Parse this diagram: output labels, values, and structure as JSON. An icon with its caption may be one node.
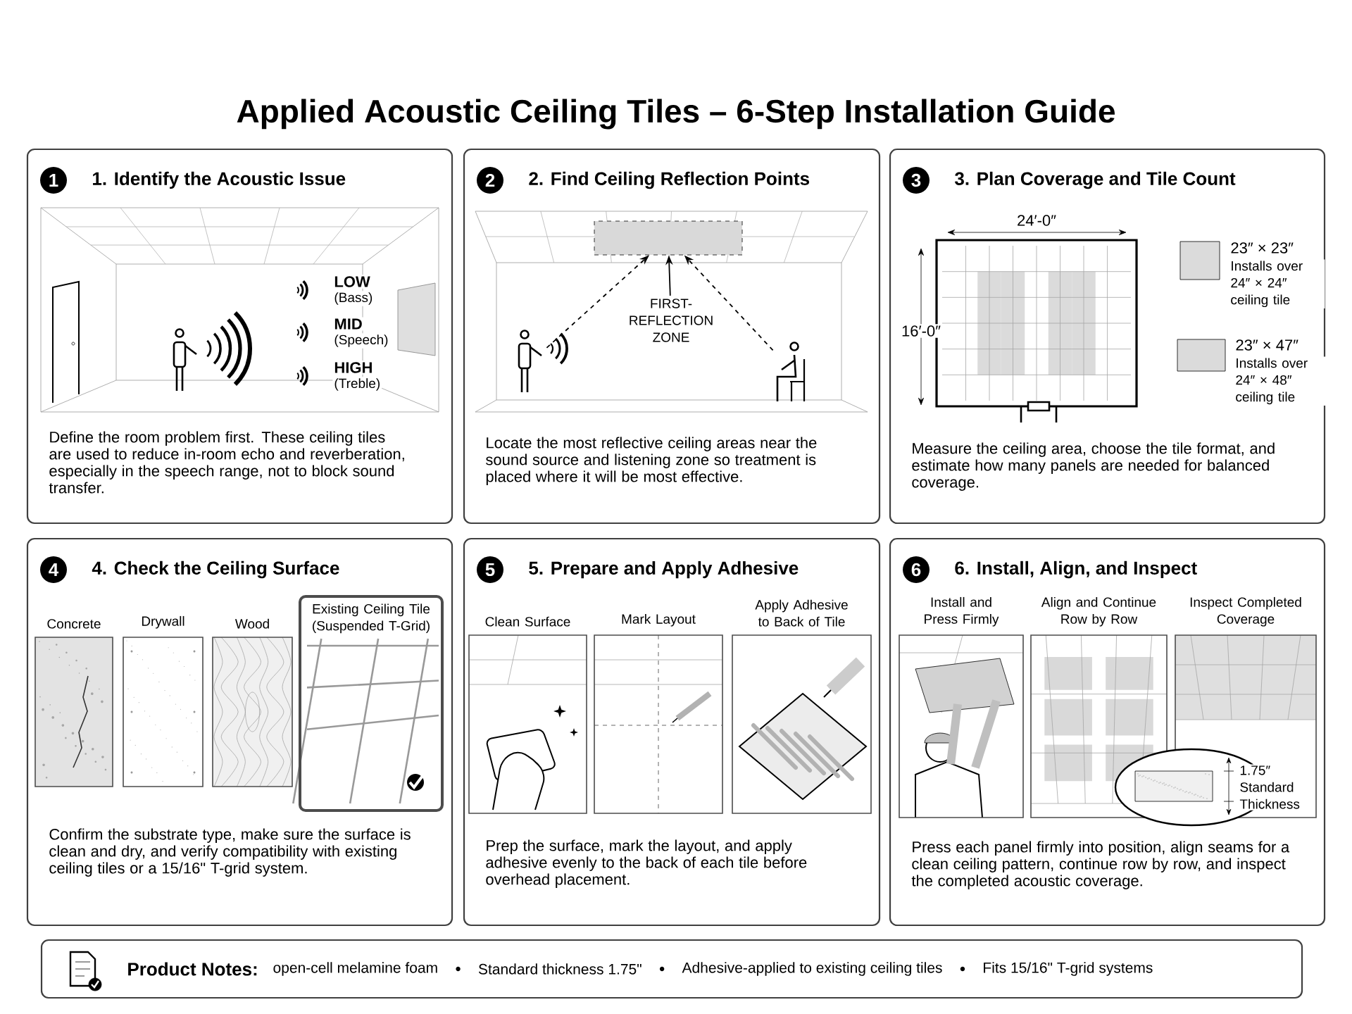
{
  "diagram": {
    "title": "Applied Acoustic Ceiling Tiles – 6-Step Installation Guide",
    "nodes": [
      {
        "text": [
          "1. Identify the Acoustic Issue",
          "Define the room problem first. These ceiling tiles are used to reduce in-room echo and reverberation, especially in the speech range, not to block sound transfer."
        ]
      },
      {
        "text": [
          "1"
        ],
        "in": 0
      },
      {
        "text": [
          "2. Find Ceiling Reflection Points",
          "Locate the most reflective ceiling areas near the sound source and listening zone so treatment is placed where it will be most effective."
        ]
      },
      {
        "text": [
          "2"
        ],
        "in": 2
      },
      {
        "text": [],
        "shape": "person",
        "in": 2
      },
      {
        "text": [],
        "shape": "box",
        "in": 2
      },
      {
        "text": [],
        "shape": "person",
        "in": 2
      },
      {
        "text": [
          "FIRST-REFLECTION ZONE"
        ],
        "in": 2
      },
      {
        "text": [
          "3. Plan Coverage and Tile Count",
          "Measure the ceiling area, choose the tile format, and estimate how many panels are needed for balanced coverage."
        ]
      },
      {
        "text": [
          "3"
        ],
        "in": 8
      },
      {
        "text": [
          "4. Check the Ceiling Surface",
          "Confirm the substrate type, make sure the surface is clean and dry, and verify compatibility with existing ceiling tiles or a 15/16\" T-grid system."
        ]
      },
      {
        "text": [
          "4"
        ],
        "in": 10
      },
      {
        "text": [
          "Concrete"
        ],
        "in": 10
      },
      {
        "text": [
          "Drywall"
        ],
        "in": 10
      },
      {
        "text": [
          "Wood"
        ],
        "in": 10
      },
      {
        "text": [
          "Existing Ceiling Tile (Suspended T-Grid)"
        ],
        "in": 10
      },
      {
        "text": [
          "5. Prepare and Apply Adhesive",
          "Prep the surface, mark the layout, and apply adhesive evenly to the back of each tile before overhead placement."
        ]
      },
      {
        "text": [
          "5"
        ],
        "in": 16
      },
      {
        "text": [
          "Clean Surface"
        ],
        "in": 16
      },
      {
        "text": [
          "Mark Layout"
        ],
        "in": 16
      },
      {
        "text": [
          "Apply Adhesive to Back of Tile"
        ],
        "in": 16
      },
      {
        "text": [
          "6. Install, Align, and Inspect",
          "Press each panel firmly into position, align seams for a clean ceiling pattern, continue row by row, and inspect the completed acoustic coverage."
        ]
      },
      {
        "text": [
          "6"
        ],
        "in": 21
      },
      {
        "text": [
          "Install and Press Firmly"
        ],
        "in": 21
      },
      {
        "text": [
          "Align and Continue Row by Row"
        ],
        "in": 21
      },
      {
        "text": [
          "Inspect Completed Coverage"
        ],
        "in": 21
      },
      {
        "text": [
          "Product Notes:",
          "open-cell melamine foam",
          "Standard thickness 1.75\"",
          "Adhesive-applied to existing ceiling tiles",
          "Fits 15/16\" T-grid systems"
        ]
      }
    ],
    "edges": [
      {
        "from": 4,
        "to": 5,
        "arrow": "to",
        "style": "dashed"
      },
      {
        "from": 7,
        "to": 5,
        "arrow": "to"
      },
      {
        "from": 6,
        "to": 5,
        "arrow": "to",
        "style": "dashed"
      }
    ],
    "labels": [
      "LOW",
      "(Bass)",
      "MID",
      "(Speech)",
      "HIGH",
      "(Treble)",
      "24′-0″",
      "16′-0″",
      "23″ × 23″",
      "Installs over 24″ × 24″ ceiling tile",
      "23″ × 47″",
      "Installs over 24″ × 48″ ceiling tile",
      "1.75″ Standard Thickness"
    ]
  }
}
